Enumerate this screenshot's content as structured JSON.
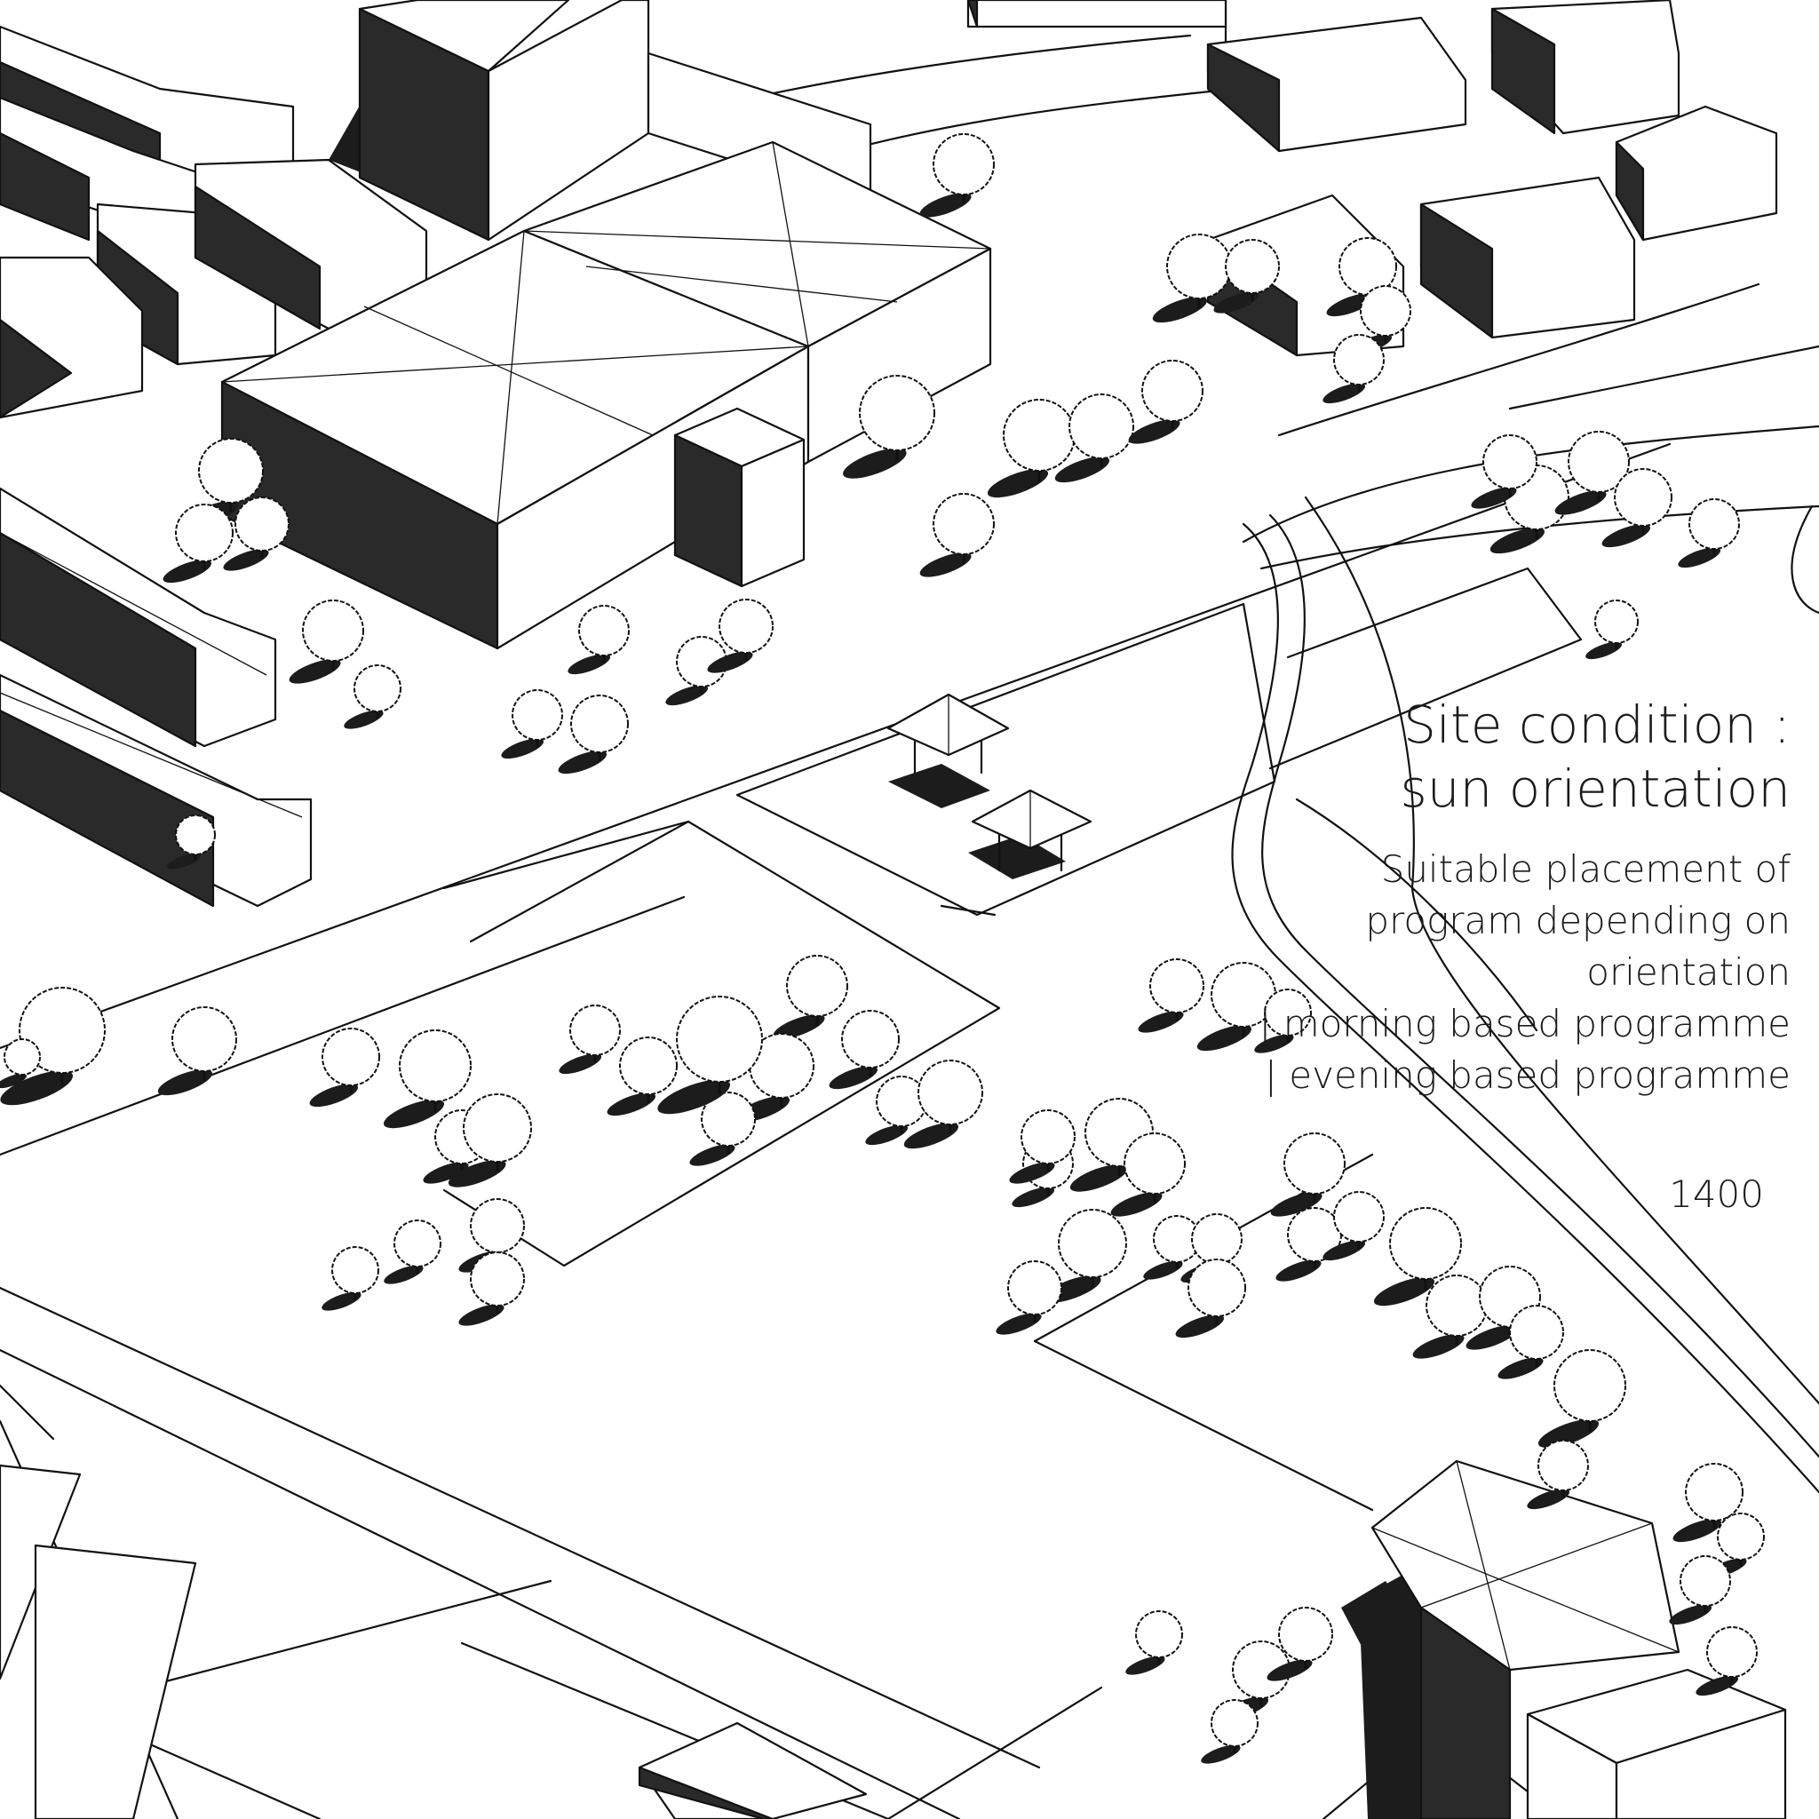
{
  "caption": {
    "title_line1": "Site condition :",
    "title_line2": "sun orientation",
    "description": [
      "Suitable placement of",
      "program depending on",
      "orientation"
    ],
    "legend": [
      "| morning based programme",
      "| evening based programme"
    ],
    "time_label": "1400"
  },
  "colors": {
    "background": "#ffffff",
    "line": "#111111",
    "shadow": "#1c1c1c",
    "text": "#1a1a1a"
  }
}
